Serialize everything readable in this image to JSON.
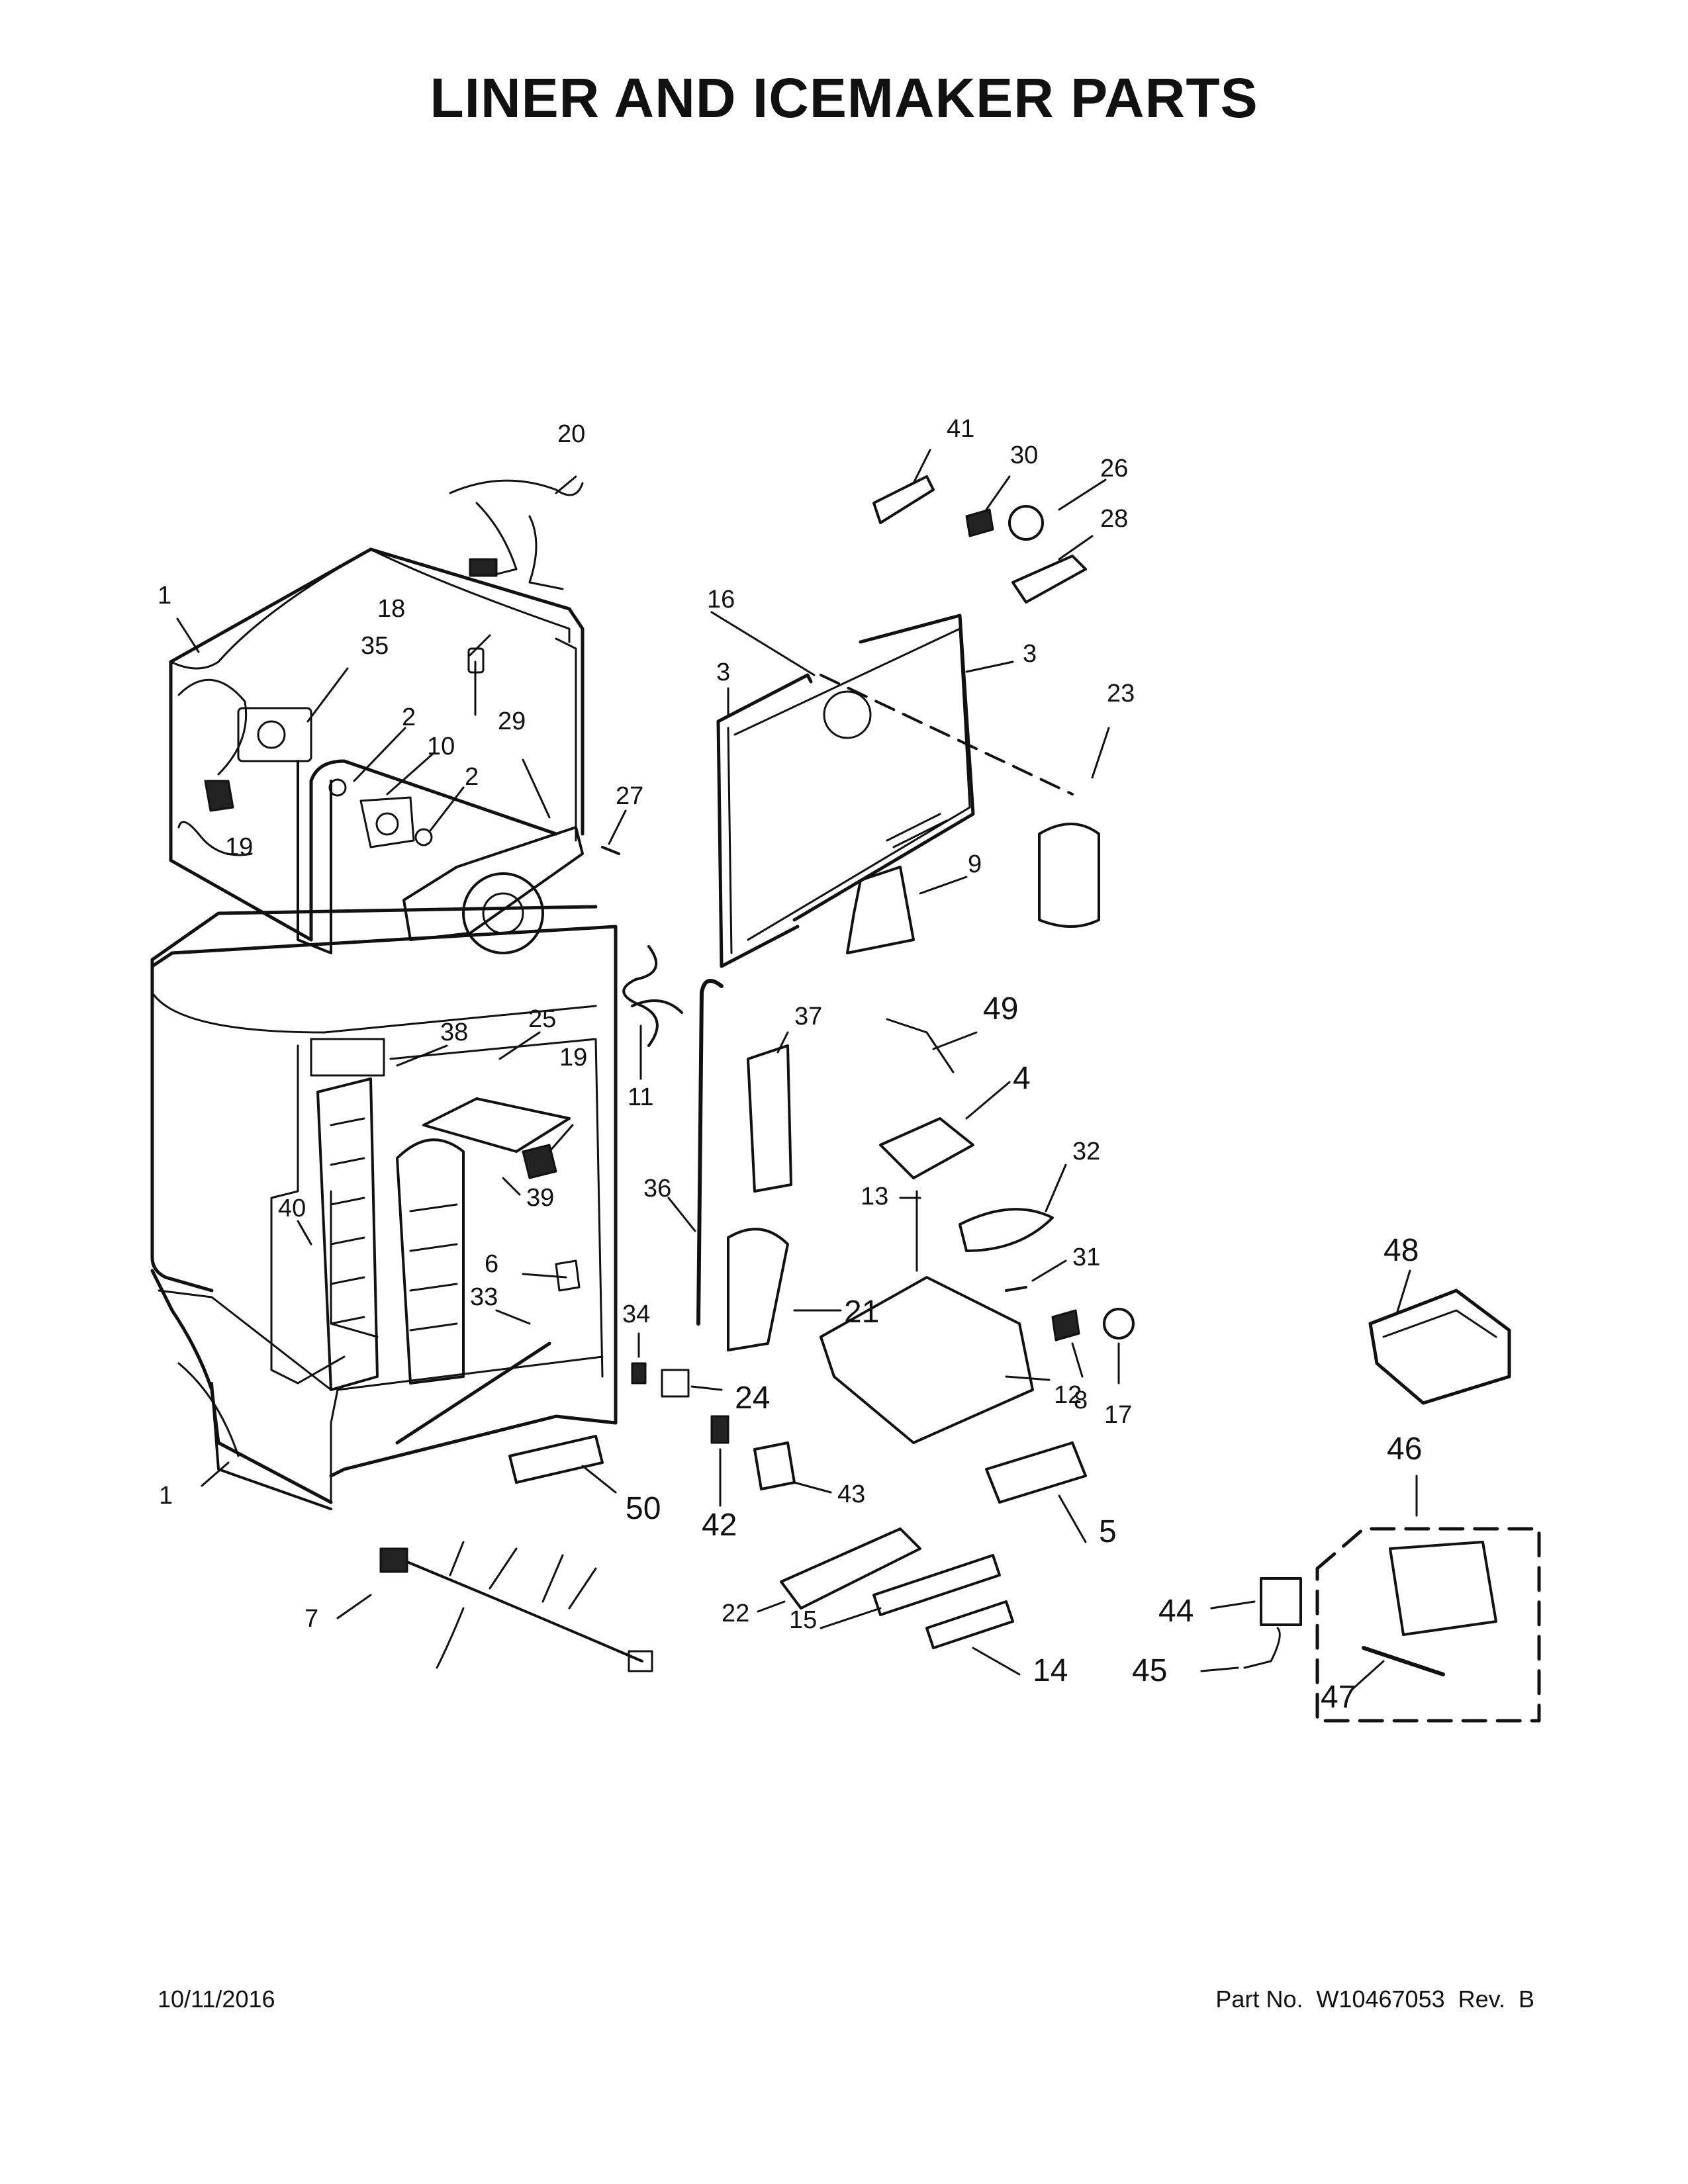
{
  "title": "LINER AND ICEMAKER PARTS",
  "footer": {
    "date": "10/11/2016",
    "part_number": "Part No.  W10467053  Rev.  B"
  },
  "callouts": [
    "1",
    "1",
    "2",
    "2",
    "3",
    "3",
    "4",
    "5",
    "6",
    "7",
    "8",
    "9",
    "10",
    "11",
    "12",
    "13",
    "14",
    "15",
    "16",
    "17",
    "18",
    "19",
    "19",
    "20",
    "21",
    "22",
    "23",
    "24",
    "25",
    "26",
    "27",
    "28",
    "29",
    "30",
    "31",
    "32",
    "33",
    "34",
    "35",
    "36",
    "37",
    "38",
    "39",
    "40",
    "41",
    "42",
    "43",
    "44",
    "45",
    "46",
    "47",
    "48",
    "49",
    "50"
  ]
}
